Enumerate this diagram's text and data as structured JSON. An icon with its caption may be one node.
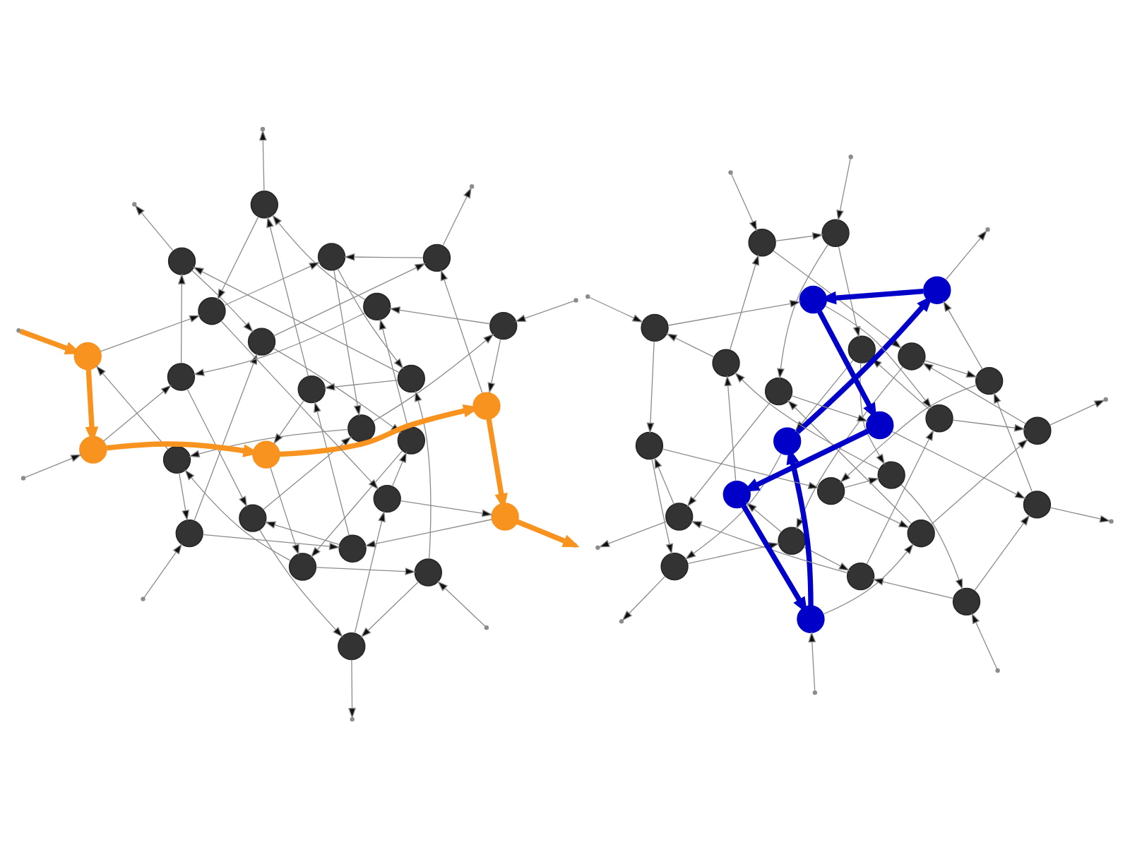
{
  "diagram": {
    "nodes": [
      {
        "text": [],
        "shape": "circle"
      },
      {
        "text": [],
        "shape": "circle"
      },
      {
        "text": [],
        "shape": "circle"
      },
      {
        "text": [],
        "shape": "circle"
      },
      {
        "text": [],
        "shape": "circle"
      },
      {
        "text": [],
        "shape": "circle"
      },
      {
        "text": [],
        "shape": "circle"
      },
      {
        "text": [],
        "shape": "circle"
      },
      {
        "text": [],
        "shape": "circle"
      },
      {
        "text": [],
        "shape": "circle"
      },
      {
        "text": [],
        "shape": "circle"
      },
      {
        "text": [],
        "shape": "circle"
      },
      {
        "text": [],
        "shape": "circle"
      },
      {
        "text": [],
        "shape": "circle"
      },
      {
        "text": [],
        "shape": "circle"
      },
      {
        "text": [],
        "shape": "circle"
      },
      {
        "text": [],
        "shape": "circle"
      },
      {
        "text": [],
        "shape": "circle"
      },
      {
        "text": [],
        "shape": "circle"
      },
      {
        "text": [],
        "shape": "circle"
      },
      {
        "text": [],
        "shape": "circle"
      },
      {
        "text": [],
        "shape": "circle"
      },
      {
        "text": [],
        "shape": "circle"
      },
      {
        "text": [],
        "shape": "circle"
      },
      {
        "text": [],
        "shape": "circle"
      },
      {
        "text": [],
        "shape": "circle"
      },
      {
        "text": [],
        "shape": "circle"
      },
      {
        "text": [],
        "shape": "circle"
      },
      {
        "text": [],
        "shape": "circle"
      },
      {
        "text": [],
        "shape": "circle"
      },
      {
        "text": [],
        "shape": "circle"
      },
      {
        "text": [],
        "shape": "circle"
      },
      {
        "text": [],
        "shape": "circle"
      },
      {
        "text": [],
        "shape": "circle"
      },
      {
        "text": [],
        "shape": "circle"
      },
      {
        "text": [],
        "shape": "circle"
      },
      {
        "text": [],
        "shape": "circle"
      },
      {
        "text": [],
        "shape": "circle"
      },
      {
        "text": [],
        "shape": "circle"
      },
      {
        "text": [],
        "shape": "circle"
      },
      {
        "text": [],
        "shape": "circle"
      },
      {
        "text": [],
        "shape": "circle"
      },
      {
        "text": [],
        "shape": "circle"
      },
      {
        "text": [],
        "shape": "circle"
      },
      {
        "text": [],
        "shape": "circle"
      },
      {
        "text": [],
        "shape": "circle"
      },
      {
        "text": [],
        "shape": "circle"
      },
      {
        "text": [],
        "shape": "circle"
      },
      {
        "text": [],
        "shape": "circle"
      },
      {
        "text": [],
        "shape": "circle"
      },
      {
        "text": [],
        "shape": "circle"
      },
      {
        "text": [],
        "shape": "circle"
      }
    ],
    "edges": [
      {
        "from": 0,
        "to": 7,
        "arrow": "to"
      },
      {
        "from": 7,
        "to": 25,
        "arrow": "to"
      },
      {
        "from": 25,
        "to": 24,
        "arrow": "to"
      },
      {
        "from": 24,
        "to": null,
        "arrow": "to"
      },
      {
        "from": null,
        "to": 0,
        "arrow": "to"
      },
      {
        "from": 0,
        "to": 1,
        "arrow": "to"
      },
      {
        "from": 7,
        "to": 6,
        "arrow": "to"
      },
      {
        "from": 25,
        "to": 18,
        "arrow": "to"
      },
      {
        "from": 24,
        "to": 22,
        "arrow": "to"
      },
      {
        "from": 2,
        "to": 0,
        "arrow": "to"
      },
      {
        "from": 10,
        "to": 7,
        "arrow": "to"
      },
      {
        "from": 23,
        "to": 25,
        "arrow": "to"
      },
      {
        "from": 17,
        "to": 24,
        "arrow": "to"
      },
      {
        "from": 3,
        "to": 1,
        "arrow": "to"
      },
      {
        "from": 9,
        "to": 6,
        "arrow": "to"
      },
      {
        "from": 20,
        "to": 18,
        "arrow": "to",
        "style": "thick",
        "color": "#f7931e"
      },
      {
        "from": 19,
        "to": 22,
        "arrow": "to"
      },
      {
        "from": 1,
        "to": 4,
        "arrow": "to"
      },
      {
        "from": 6,
        "to": 5,
        "arrow": "to"
      },
      {
        "from": 18,
        "to": 16,
        "arrow": "to",
        "style": "thick",
        "color": "#f7931e"
      },
      {
        "from": 22,
        "to": 21,
        "arrow": "to"
      },
      {
        "from": null,
        "to": 13,
        "arrow": "to"
      },
      {
        "from": 1,
        "to": 11,
        "arrow": "to"
      },
      {
        "from": 6,
        "to": 8,
        "arrow": "to"
      },
      {
        "from": 18,
        "to": 12,
        "arrow": "to"
      },
      {
        "from": 22,
        "to": 15,
        "arrow": "to"
      },
      {
        "from": null,
        "to": 14,
        "arrow": "to"
      },
      {
        "from": 5,
        "to": 2,
        "arrow": "to"
      },
      {
        "from": 16,
        "to": 10,
        "arrow": "to",
        "style": "thick",
        "color": "#f7931e"
      },
      {
        "from": 21,
        "to": 23,
        "arrow": "to"
      },
      {
        "from": 13,
        "to": 17,
        "arrow": "to"
      },
      {
        "from": 4,
        "to": null,
        "arrow": "to"
      },
      {
        "from": 8,
        "to": null,
        "arrow": "to"
      },
      {
        "from": 12,
        "to": 2,
        "arrow": "to"
      },
      {
        "from": 15,
        "to": 10,
        "arrow": "to"
      },
      {
        "from": 14,
        "to": 23,
        "arrow": "to"
      },
      {
        "from": 11,
        "to": 17,
        "arrow": "to"
      },
      {
        "from": 5,
        "to": 13,
        "arrow": "to"
      },
      {
        "from": 16,
        "to": 4,
        "arrow": "to"
      },
      {
        "from": 21,
        "to": 5,
        "arrow": "to"
      },
      {
        "from": 13,
        "to": 16,
        "arrow": "to"
      },
      {
        "from": 4,
        "to": 21,
        "arrow": "to"
      },
      {
        "from": 8,
        "to": 15,
        "arrow": "to"
      },
      {
        "from": 12,
        "to": 14,
        "arrow": "to"
      },
      {
        "from": 15,
        "to": 11,
        "arrow": "to"
      },
      {
        "from": 14,
        "to": 8,
        "arrow": "to"
      },
      {
        "from": 11,
        "to": 12,
        "arrow": "to"
      },
      {
        "from": 3,
        "to": null,
        "arrow": "to"
      },
      {
        "from": 9,
        "to": 3,
        "arrow": "to"
      },
      {
        "from": 20,
        "to": 9,
        "arrow": "to"
      },
      {
        "from": 19,
        "to": 20,
        "arrow": "to",
        "style": "thick",
        "color": "#f7931e"
      },
      {
        "from": null,
        "to": 19,
        "arrow": "to",
        "style": "thick",
        "color": "#f7931e"
      },
      {
        "from": 2,
        "to": 19,
        "arrow": "to"
      },
      {
        "from": 10,
        "to": null,
        "arrow": "to",
        "style": "thick",
        "color": "#f7931e"
      },
      {
        "from": 23,
        "to": 3,
        "arrow": "to"
      },
      {
        "from": 17,
        "to": 9,
        "arrow": "to"
      },
      {
        "from": null,
        "to": 20,
        "arrow": "to"
      },
      {
        "from": 26,
        "to": null,
        "arrow": "to"
      },
      {
        "from": null,
        "to": 51,
        "arrow": "to"
      },
      {
        "from": 51,
        "to": 50,
        "arrow": "to"
      },
      {
        "from": 50,
        "to": 33,
        "arrow": "to"
      },
      {
        "from": 33,
        "to": 26,
        "arrow": "to"
      },
      {
        "from": 26,
        "to": 27,
        "arrow": "to"
      },
      {
        "from": 51,
        "to": 44,
        "arrow": "to"
      },
      {
        "from": 50,
        "to": 48,
        "arrow": "to",
        "style": "thick",
        "color": "#0000c8"
      },
      {
        "from": 33,
        "to": 36,
        "arrow": "to"
      },
      {
        "from": 28,
        "to": 26,
        "arrow": "to"
      },
      {
        "from": 49,
        "to": 51,
        "arrow": "to"
      },
      {
        "from": 43,
        "to": 50,
        "arrow": "to",
        "style": "thick",
        "color": "#0000c8"
      },
      {
        "from": 32,
        "to": 33,
        "arrow": "to"
      },
      {
        "from": 29,
        "to": 27,
        "arrow": "to"
      },
      {
        "from": 46,
        "to": 44,
        "arrow": "to"
      },
      {
        "from": 45,
        "to": 48,
        "arrow": "to"
      },
      {
        "from": 35,
        "to": 36,
        "arrow": "to"
      },
      {
        "from": 27,
        "to": 30,
        "arrow": "to"
      },
      {
        "from": null,
        "to": 31,
        "arrow": "to"
      },
      {
        "from": 44,
        "to": 42,
        "arrow": "to"
      },
      {
        "from": 48,
        "to": 47,
        "arrow": "to",
        "style": "thick",
        "color": "#0000c8"
      },
      {
        "from": 36,
        "to": 39,
        "arrow": "to"
      },
      {
        "from": 27,
        "to": 37,
        "arrow": "to"
      },
      {
        "from": null,
        "to": 34,
        "arrow": "to"
      },
      {
        "from": 44,
        "to": 38,
        "arrow": "to"
      },
      {
        "from": 48,
        "to": 41,
        "arrow": "to"
      },
      {
        "from": 36,
        "to": 40,
        "arrow": "to"
      },
      {
        "from": 31,
        "to": 28,
        "arrow": "to"
      },
      {
        "from": 42,
        "to": null,
        "arrow": "to"
      },
      {
        "from": 47,
        "to": 49,
        "arrow": "to"
      },
      {
        "from": 39,
        "to": 43,
        "arrow": "to",
        "style": "thick",
        "color": "#0000c8"
      },
      {
        "from": 30,
        "to": 32,
        "arrow": "to"
      },
      {
        "from": 34,
        "to": 32,
        "arrow": "to"
      },
      {
        "from": 38,
        "to": 28,
        "arrow": "to"
      },
      {
        "from": 41,
        "to": null,
        "arrow": "to"
      },
      {
        "from": 40,
        "to": 49,
        "arrow": "to"
      },
      {
        "from": 37,
        "to": 43,
        "arrow": "to"
      },
      {
        "from": 31,
        "to": 39,
        "arrow": "to",
        "style": "thick",
        "color": "#0000c8"
      },
      {
        "from": 42,
        "to": 30,
        "arrow": "to"
      },
      {
        "from": 47,
        "to": 31,
        "arrow": "to",
        "style": "thick",
        "color": "#0000c8"
      },
      {
        "from": 39,
        "to": 42,
        "arrow": "to"
      },
      {
        "from": 30,
        "to": 47,
        "arrow": "to"
      },
      {
        "from": 34,
        "to": 41,
        "arrow": "to"
      },
      {
        "from": 38,
        "to": 40,
        "arrow": "to"
      },
      {
        "from": 41,
        "to": 37,
        "arrow": "to"
      },
      {
        "from": 40,
        "to": 34,
        "arrow": "to"
      },
      {
        "from": 37,
        "to": 38,
        "arrow": "to"
      },
      {
        "from": 29,
        "to": 35,
        "arrow": "to"
      },
      {
        "from": null,
        "to": 29,
        "arrow": "to"
      },
      {
        "from": 46,
        "to": null,
        "arrow": "to"
      },
      {
        "from": 45,
        "to": 46,
        "arrow": "to"
      },
      {
        "from": 35,
        "to": 45,
        "arrow": "to"
      },
      {
        "from": 28,
        "to": 45,
        "arrow": "to"
      },
      {
        "from": null,
        "to": 35,
        "arrow": "to"
      },
      {
        "from": 49,
        "to": 29,
        "arrow": "to"
      },
      {
        "from": 43,
        "to": null,
        "arrow": "to"
      },
      {
        "from": 32,
        "to": 46,
        "arrow": "to"
      }
    ]
  }
}
